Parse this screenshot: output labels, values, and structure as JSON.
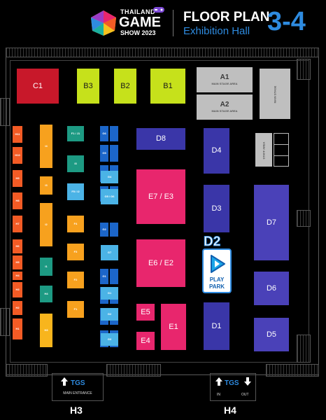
{
  "header": {
    "logo_top": "THAILAND",
    "logo_mid": "GAME",
    "logo_bottom": "SHOW 2023",
    "title": "FLOOR PLAN",
    "subtitle": "Exhibition Hall",
    "halls": "3-4"
  },
  "booths": {
    "c1": "C1",
    "b3": "B3",
    "b2": "B2",
    "b1": "B1",
    "a1": "A1",
    "a1_sub": "MAIN STAGE AREA",
    "a2": "A2",
    "a2_sub": "MAIN STAGE AREA",
    "main_stage": "MAIN STAGE",
    "d8": "D8",
    "d4": "D4",
    "d3": "D3",
    "d7": "D7",
    "d6": "D6",
    "d1": "D1",
    "d5": "D5",
    "e7e3": "E7 / E3",
    "e6e2": "E6 / E2",
    "e5": "E5",
    "e4": "E4",
    "e1": "E1",
    "staff_area": "STAFF AREA",
    "d2": "D2",
    "playpark_line1": "PLAY",
    "playpark_line2": "PARK"
  },
  "small_booths": {
    "col_a": [
      "H11",
      "H10",
      "H9",
      "H8",
      "H7",
      "H6",
      "H5",
      "H4",
      "H3",
      "H2",
      "H1"
    ],
    "col_b": [
      "G6",
      "G5",
      "G4",
      "G3",
      "G2",
      "G1",
      "F4",
      "F3",
      "F2"
    ],
    "col_c": [
      "F1 / J1",
      "I3",
      "F5 / I2",
      "F4",
      "F3",
      "F2",
      "F1"
    ],
    "col_d": [
      "I4",
      "I3",
      "I2",
      "I1",
      "H4",
      "H3",
      "H2",
      "H1"
    ],
    "col_e": [
      "G5 / G6",
      "G7",
      "G4",
      "G3",
      "G2",
      "G1"
    ]
  },
  "entrances": {
    "h3_tgs": "TGS",
    "h3_main": "MAIN ENTRANCE",
    "h3_label": "H3",
    "h4_tgs": "TGS",
    "h4_in": "IN",
    "h4_out": "OUT",
    "h4_label": "H4"
  },
  "colors": {
    "red": "#c8182a",
    "lime": "#c6e11b",
    "pink": "#e8266d",
    "purple": "#3a36a8",
    "orange": "#f35b25",
    "amber": "#f7a11e",
    "teal": "#1d9a83",
    "sky": "#4bb3e6",
    "blue": "#1c66c9",
    "accent_blue": "#2e8be0"
  }
}
